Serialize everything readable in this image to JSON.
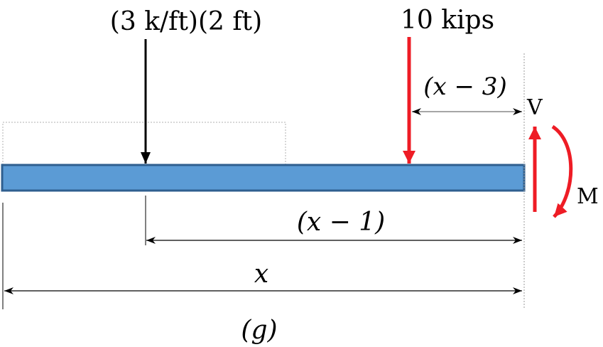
{
  "labels": {
    "distributed_load": "(3 k/ft)(2 ft)",
    "point_load": "10 kips",
    "shear": "V",
    "moment": "M",
    "dim_x_minus_3": "(x − 3)",
    "dim_x_minus_1": "(x − 1)",
    "dim_x": "x",
    "caption": "(g)"
  },
  "colors": {
    "beam_fill": "#5b9bd5",
    "beam_stroke": "#2f5f8f",
    "load_red": "#ee1c25",
    "load_black": "#000000",
    "dim_gray": "#888888"
  }
}
